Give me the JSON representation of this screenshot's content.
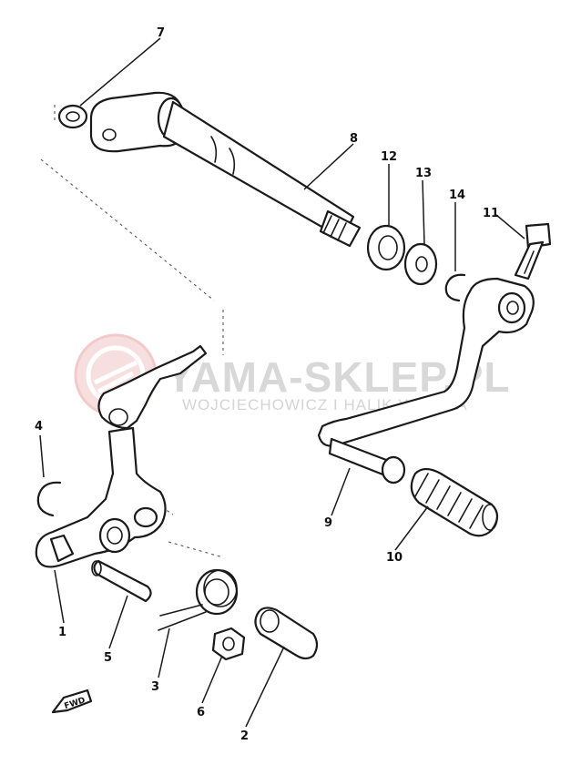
{
  "watermark": {
    "title": "YAMA-SKLEP.PL",
    "subtitle": "WOJCIECHOWICZ I HALIK YAMAHA",
    "logo_icon": "yamaha-tuning-forks-logo",
    "color": "#e8a0a0"
  },
  "direction_marker": {
    "label": "FWD",
    "icon": "forward-arrow-icon"
  },
  "callouts": [
    {
      "id": "c1",
      "label": "1"
    },
    {
      "id": "c2",
      "label": "2"
    },
    {
      "id": "c3",
      "label": "3"
    },
    {
      "id": "c4",
      "label": "4"
    },
    {
      "id": "c5",
      "label": "5"
    },
    {
      "id": "c6",
      "label": "6"
    },
    {
      "id": "c7",
      "label": "7"
    },
    {
      "id": "c8",
      "label": "8"
    },
    {
      "id": "c9",
      "label": "9"
    },
    {
      "id": "c10",
      "label": "10"
    },
    {
      "id": "c11",
      "label": "11"
    },
    {
      "id": "c12",
      "label": "12"
    },
    {
      "id": "c13",
      "label": "13"
    },
    {
      "id": "c14",
      "label": "14"
    }
  ]
}
